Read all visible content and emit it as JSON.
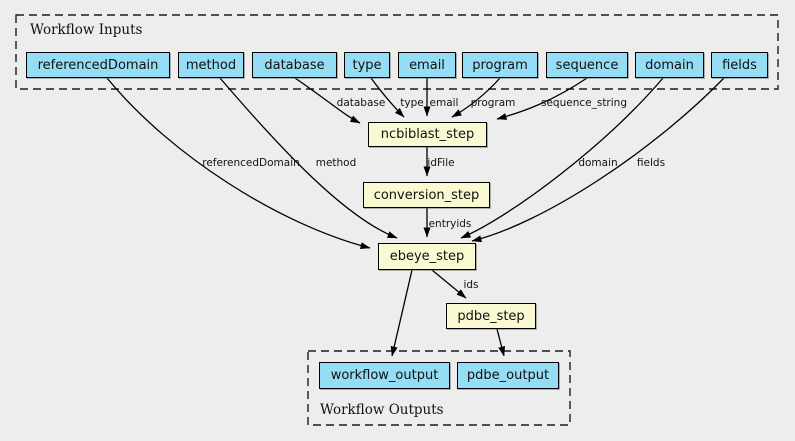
{
  "diagram_type": "workflow-graph",
  "colors": {
    "background": "#EDEDED",
    "input_output_fill": "#94DDF4",
    "step_fill": "#FAFAD2",
    "node_border": "#000000",
    "edge_stroke": "#000000"
  },
  "inputs": {
    "title": "Workflow Inputs",
    "items": [
      "referencedDomain",
      "method",
      "database",
      "type",
      "email",
      "program",
      "sequence",
      "domain",
      "fields"
    ]
  },
  "steps": {
    "ncbiblast": "ncbiblast_step",
    "conversion": "conversion_step",
    "ebeye": "ebeye_step",
    "pdbe": "pdbe_step"
  },
  "outputs": {
    "title": "Workflow Outputs",
    "items": [
      "workflow_output",
      "pdbe_output"
    ]
  },
  "edge_labels": {
    "database": "database",
    "type": "type",
    "email": "email",
    "program": "program",
    "sequence_string": "sequence_string",
    "referenced_domain": "referencedDomain",
    "method": "method",
    "id_file": "idFile",
    "domain": "domain",
    "fields": "fields",
    "entryids": "entryids",
    "ids": "ids"
  }
}
